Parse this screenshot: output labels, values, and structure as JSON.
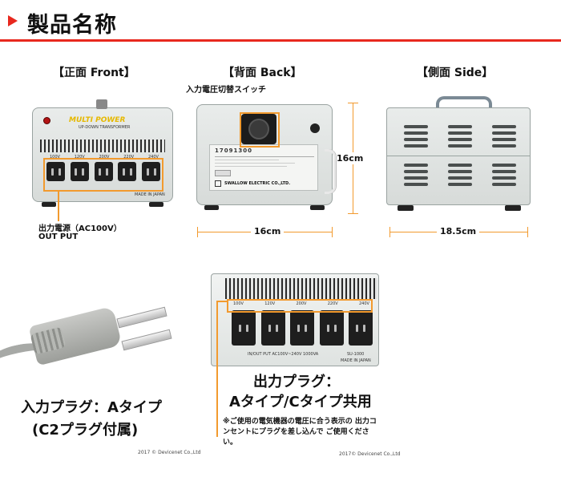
{
  "header": {
    "title": "製品名称"
  },
  "views": {
    "front": "【正面 Front】",
    "back": "【背面 Back】",
    "side": "【側面 Side】"
  },
  "front": {
    "brand": "MULTI POWER",
    "subtitle": "UP-DOWN TRANSFORMER",
    "voltages": [
      "100V",
      "120V",
      "200V",
      "220V",
      "240V"
    ],
    "made_in": "MADE IN JAPAN",
    "output_label": "出力電源（AC100V）",
    "output_label_en": "OUT PUT"
  },
  "back": {
    "switch_label": "入力電圧切替スイッチ",
    "serial": "17091300",
    "maker": "SWALLOW ELECTRIC CO.,LTD.",
    "width_dim": "16cm",
    "height_dim": "16cm"
  },
  "side": {
    "depth_dim": "18.5cm"
  },
  "closeup": {
    "voltages": [
      "100V",
      "120V",
      "200V",
      "220V",
      "240V"
    ],
    "rating_text": "IN/OUT PUT AC100V~240V  1000VA",
    "model": "SU-1000",
    "made_in": "MADE IN JAPAN",
    "output_plug_line1": "出力プラグ：",
    "output_plug_line2": "Aタイプ/Cタイプ共用",
    "note": "※ご使用の電気機器の電圧に合う表示の 出力コンセントにプラグを差し込んで ご使用ください。",
    "copyright": "2017© Devicenet Co.,Ltd"
  },
  "plug": {
    "label_line1": "入力プラグ：Aタイプ",
    "label_line2": "(C2プラグ付属)",
    "copyright": "2017 © Devicenet Co.,Ltd"
  }
}
